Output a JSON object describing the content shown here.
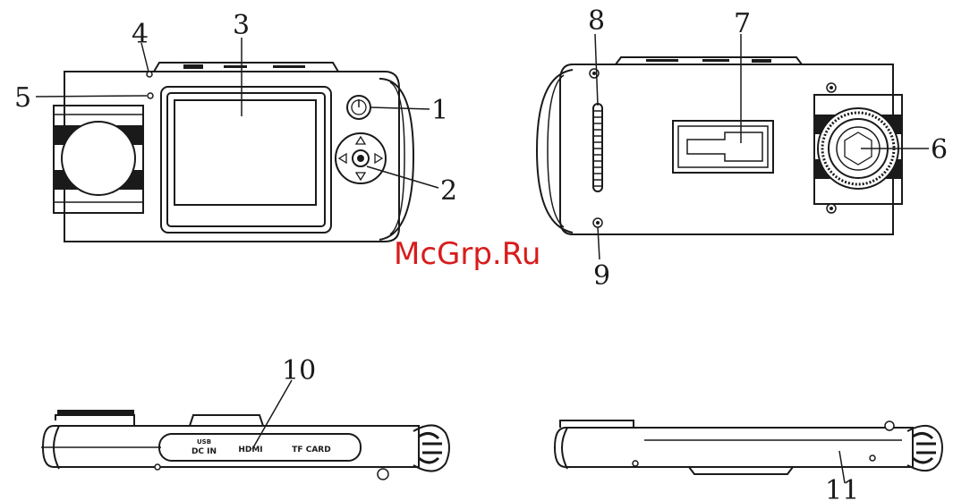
{
  "callouts": {
    "c1": "1",
    "c2": "2",
    "c3": "3",
    "c4": "4",
    "c5": "5",
    "c6": "6",
    "c7": "7",
    "c8": "8",
    "c9": "9",
    "c10": "10",
    "c11": "11"
  },
  "port_labels": {
    "usb_top": "USB",
    "dc_in": "DC IN",
    "hdmi": "HDMI",
    "tf_card": "TF CARD"
  },
  "watermark": "McGrp.Ru",
  "colors": {
    "line": "#1a1a1a",
    "watermark": "#d81c1c",
    "background": "#ffffff"
  }
}
